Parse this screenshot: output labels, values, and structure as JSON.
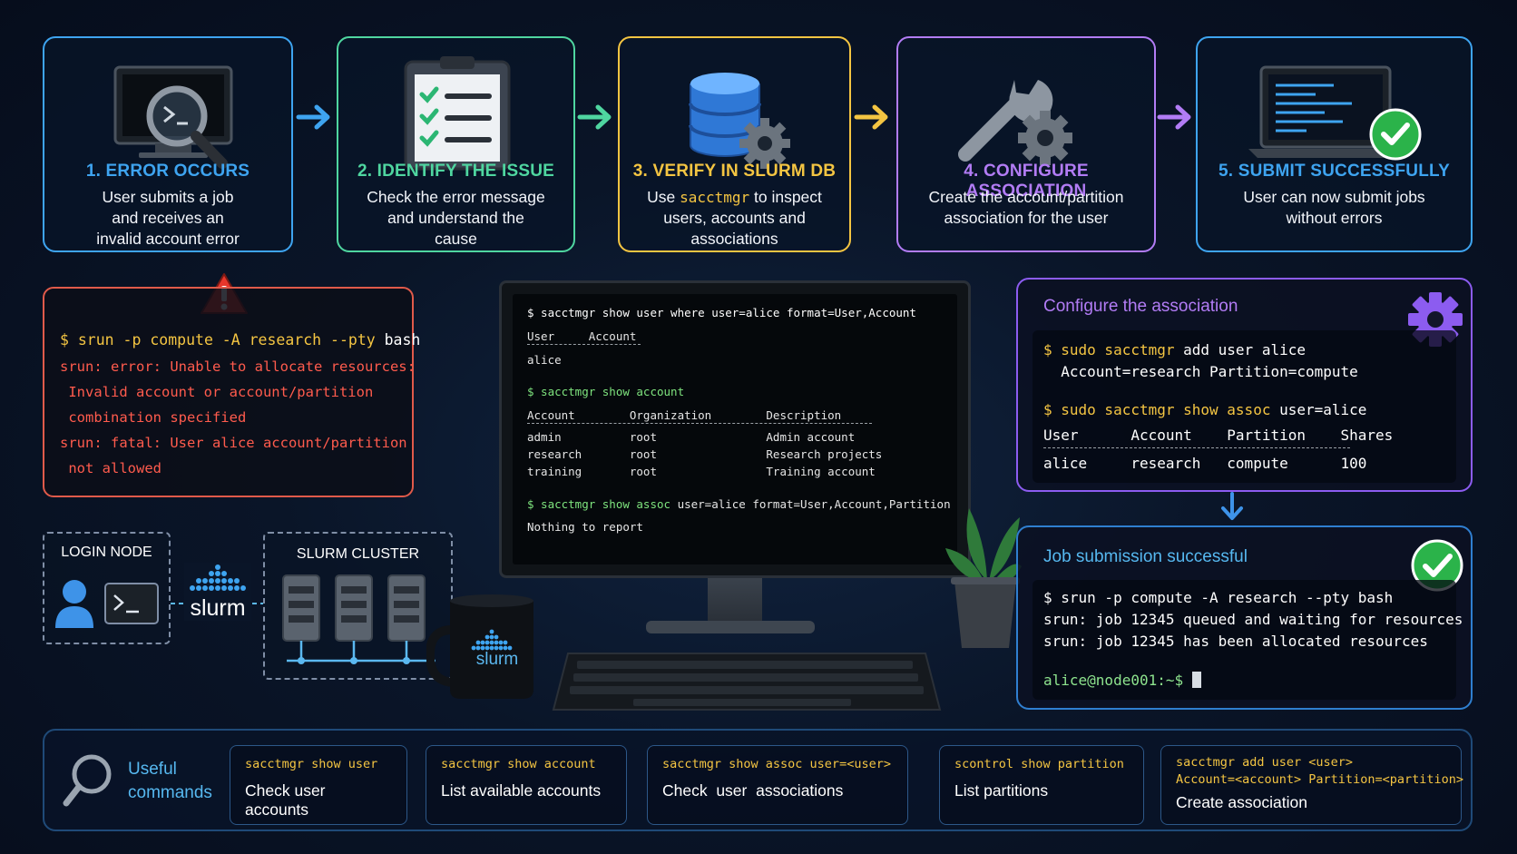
{
  "steps": [
    {
      "title": "1. ERROR OCCURS",
      "desc": "User submits a job\nand receives an\ninvalid account error",
      "color": "#3ea4f0",
      "icon": "terminal-magnifier-icon"
    },
    {
      "title": "2. IDENTIFY THE ISSUE",
      "desc": "Check the error message\nand understand the\ncause",
      "color": "#4fd6a0",
      "icon": "checklist-clipboard-icon"
    },
    {
      "title": "3. VERIFY IN SLURM DB",
      "desc_pre": "Use ",
      "desc_hl": "sacctmgr",
      "desc_post": " to inspect\nusers, accounts and\nassociations",
      "color": "#f4c542",
      "icon": "database-gear-icon"
    },
    {
      "title": "4. CONFIGURE ASSOCIATION",
      "desc": "Create the account/partition\nassociation for the user",
      "color": "#b27cf5",
      "icon": "wrench-gear-icon"
    },
    {
      "title": "5. SUBMIT SUCCESSFULLY",
      "desc": "User can now submit jobs\nwithout errors",
      "color": "#3ea4f0",
      "icon": "laptop-check-icon"
    }
  ],
  "error_panel": {
    "cmd_prompt": "$ srun -p compute -A research --pty ",
    "cmd_tail": "bash",
    "lines": [
      "srun: error: Unable to allocate resources:",
      " Invalid account or account/partition",
      " combination specified",
      "srun: fatal: User alice account/partition",
      " not allowed"
    ],
    "color": "#e05a4a"
  },
  "monitor": {
    "cmd1": "$ sacctmgr show user where user=alice format=User,Account",
    "hdr1": "User     Account",
    "row1": "alice",
    "cmd2": "$ sacctmgr show account",
    "hdr2": "Account        Organization        Description",
    "rows2": [
      "admin          root                Admin account",
      "research       root                Research projects",
      "training       root                Training account"
    ],
    "cmd3_g": "$ sacctmgr show assoc ",
    "cmd3_w": "user=alice format=User,Account,Partition",
    "out3": "Nothing to report"
  },
  "config_panel": {
    "title": "Configure the association",
    "cmd1_a": "$ sudo sacctmgr ",
    "cmd1_b": "add user alice",
    "cmd1_c": "  Account=research Partition=compute",
    "cmd2_a": "$ sudo sacctmgr show assoc ",
    "cmd2_b": "user=alice",
    "hdr": "User      Account    Partition    Shares",
    "row": "alice     research   compute      100",
    "color": "#8c5cf0"
  },
  "success_panel": {
    "title": "Job submission successful",
    "cmd": "$ srun -p compute -A research --pty bash",
    "out1": "srun: job 12345 queued and waiting for resources",
    "out2": "srun: job 12345 has been allocated resources",
    "prompt": "alice@node001:~$ ",
    "color": "#2f7fd0"
  },
  "login_node": {
    "label": "LOGIN NODE"
  },
  "slurm_logo": "slurm",
  "cluster": {
    "label": "SLURM CLUSTER"
  },
  "mug_logo": "slurm",
  "useful": {
    "label": "Useful\ncommands"
  },
  "commands": [
    {
      "cmd": "sacctmgr show user",
      "desc": "Check user accounts"
    },
    {
      "cmd": "sacctmgr show account",
      "desc": "List available accounts"
    },
    {
      "cmd": "sacctmgr show assoc user=<user>",
      "desc": "Check  user  associations"
    },
    {
      "cmd": "scontrol show partition",
      "desc": "List partitions"
    },
    {
      "cmd": "sacctmgr add user <user>\nAccount=<account> Partition=<partition>",
      "desc": "Create association"
    }
  ]
}
